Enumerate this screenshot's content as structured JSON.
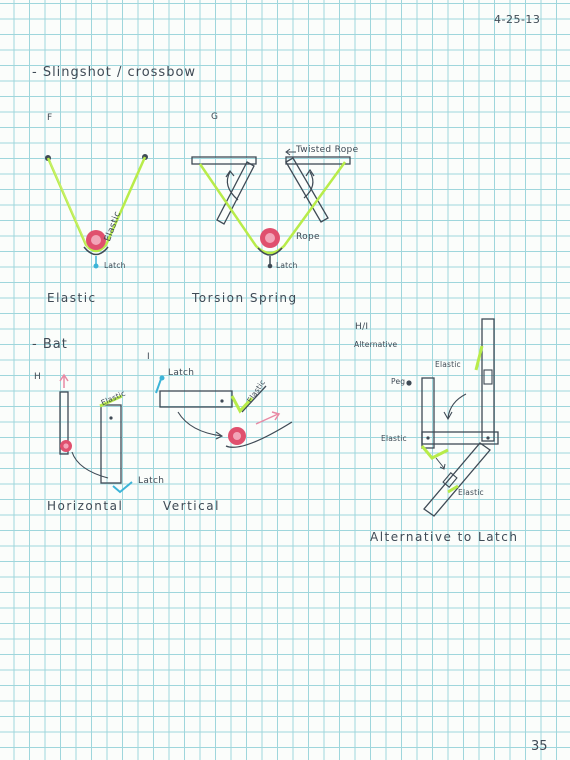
{
  "date": "4-25-13",
  "page_number": "35",
  "sections": {
    "slingshot": {
      "heading": "- Slingshot / crossbow",
      "f_label": "F",
      "g_label": "G",
      "f_elastic_label": "Elastic",
      "f_latch_label": "Latch",
      "f_caption": "Elastic",
      "g_twisted_rope_label": "Twisted Rope",
      "g_rope_label": "Rope",
      "g_latch_label": "Latch",
      "g_caption": "Torsion Spring"
    },
    "bat": {
      "heading": "- Bat",
      "h_label": "H",
      "i_label": "I",
      "h_elastic_label": "Elastic",
      "h_latch_label": "Latch",
      "h_caption": "Horizontal",
      "i_latch_label": "Latch",
      "i_elastic_label": "Elastic",
      "i_caption": "Vertical"
    },
    "alternative": {
      "heading": "H/I",
      "subheading": "Alternative",
      "peg_label": "Peg",
      "elastic_top_label": "Elastic",
      "elastic_left_label": "Elastic",
      "elastic_bottom_label": "Elastic",
      "caption": "Alternative to Latch"
    }
  },
  "colors": {
    "ink": "#3f4a55",
    "elastic_green": "#b8ec4a",
    "ball_pink": "#e0506e",
    "latch_blue": "#3cb4d8",
    "arrow_pink": "#e88aa4",
    "grid": "#9fd6dc"
  }
}
